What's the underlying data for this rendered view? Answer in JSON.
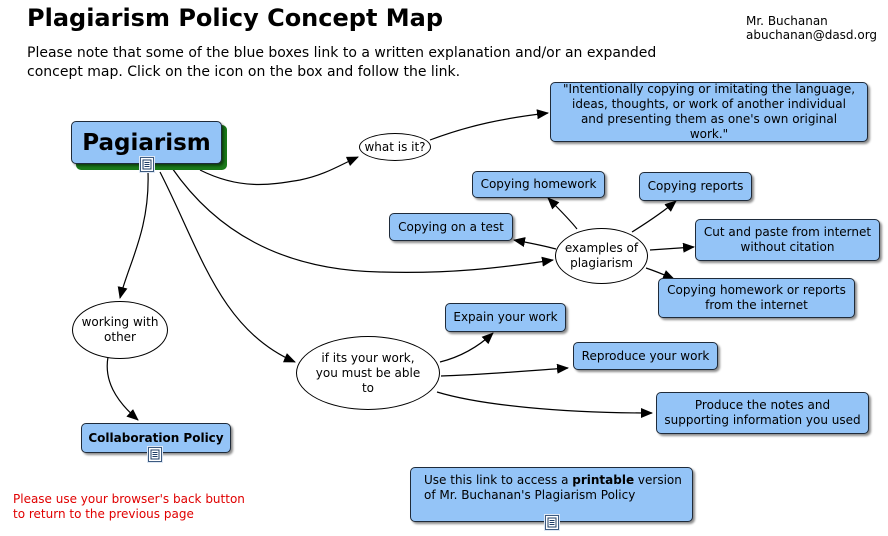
{
  "header": {
    "title": "Plagiarism Policy Concept Map",
    "author_name": "Mr. Buchanan",
    "author_email": "abuchanan@dasd.org",
    "note": "Please note that some of the blue boxes link to a written explanation and/or an expanded concept map. Click on the icon on the box and follow the link."
  },
  "nodes": {
    "main": "Pagiarism",
    "what_is_it": "what is it?",
    "definition": "\"Intentionally copying or imitating the language, ideas, thoughts, or work of another individual and presenting them as one's own original work.\"",
    "examples": "examples of plagiarism",
    "copying_homework": "Copying homework",
    "copying_reports": "Copying reports",
    "copying_test": "Copying on a test",
    "cut_paste": "Cut and paste from internet without citation",
    "copying_internet": "Copying homework or reports from the internet",
    "working_with_other": "working with other",
    "collaboration_policy": "Collaboration Policy",
    "if_its_your_work": "if its your work, you must be able to",
    "explain_work": "Expain your work",
    "reproduce_work": "Reproduce your work",
    "produce_notes": "Produce the notes and supporting information you used",
    "printable_prefix": "Use this link to access a ",
    "printable_bold": "printable",
    "printable_suffix": " version of Mr. Buchanan's Plagiarism Policy"
  },
  "back_note": {
    "line1": "Please use your browser's back button",
    "line2": "to return to the previous page"
  },
  "colors": {
    "box_fill": "#94c4f7",
    "main_shadow": "#1a7a1a",
    "back_note_text": "#e00000"
  },
  "icons": [
    "document-link-icon"
  ]
}
